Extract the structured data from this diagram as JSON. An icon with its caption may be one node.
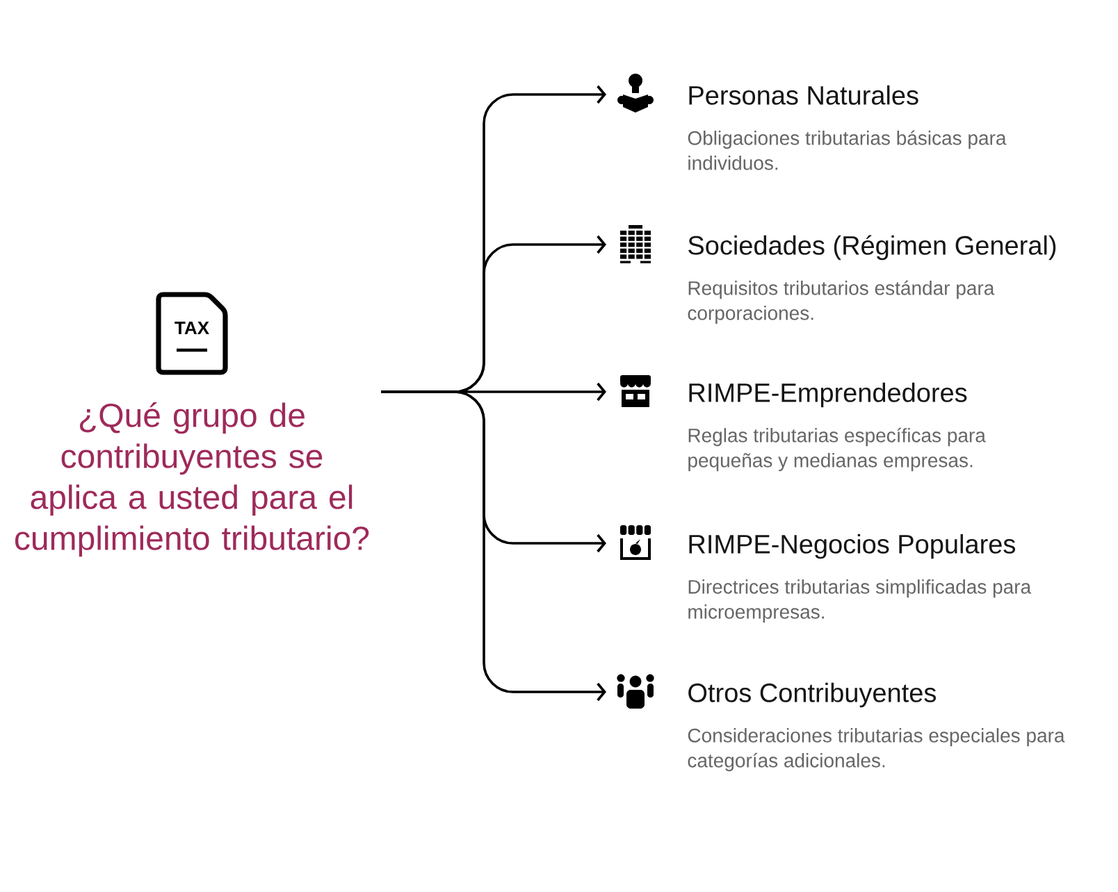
{
  "diagram": {
    "nodes": [
      {
        "text": [
          "¿Qué grupo de contribuyentes se aplica a usted para el cumplimiento tributario?"
        ]
      },
      {
        "text": [
          "Personas Naturales",
          "Obligaciones tributarias básicas para individuos."
        ]
      },
      {
        "text": [
          "Sociedades (Régimen General)",
          "Requisitos tributarios estándar para corporaciones."
        ]
      },
      {
        "text": [
          "RIMPE-Emprendedores",
          "Reglas tributarias específicas para pequeñas y medianas empresas."
        ]
      },
      {
        "text": [
          "RIMPE-Negocios Populares",
          "Directrices tributarias simplificadas para microempresas."
        ]
      },
      {
        "text": [
          "Otros Contribuyentes",
          "Consideraciones tributarias especiales para categorías adicionales."
        ]
      }
    ],
    "edges": [
      {
        "from": 0,
        "to": 1,
        "arrow": "to"
      },
      {
        "from": 0,
        "to": 2,
        "arrow": "to"
      },
      {
        "from": 0,
        "to": 3,
        "arrow": "to"
      },
      {
        "from": 0,
        "to": 4,
        "arrow": "to"
      },
      {
        "from": 0,
        "to": 5,
        "arrow": "to"
      }
    ],
    "labels": [
      "TAX"
    ]
  }
}
